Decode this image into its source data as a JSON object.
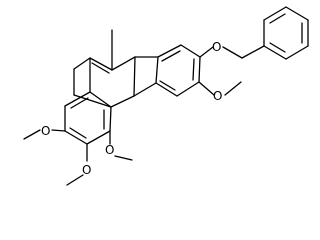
{
  "molecule": {
    "atom_labels": {
      "o_benzyloxy": "O",
      "o_c3_methoxy": "O",
      "o_c5_methoxy": "O",
      "o_c6_methoxy": "O",
      "o_c7_methoxy": "O"
    },
    "bond_color": "#000000",
    "background": "#ffffff"
  }
}
